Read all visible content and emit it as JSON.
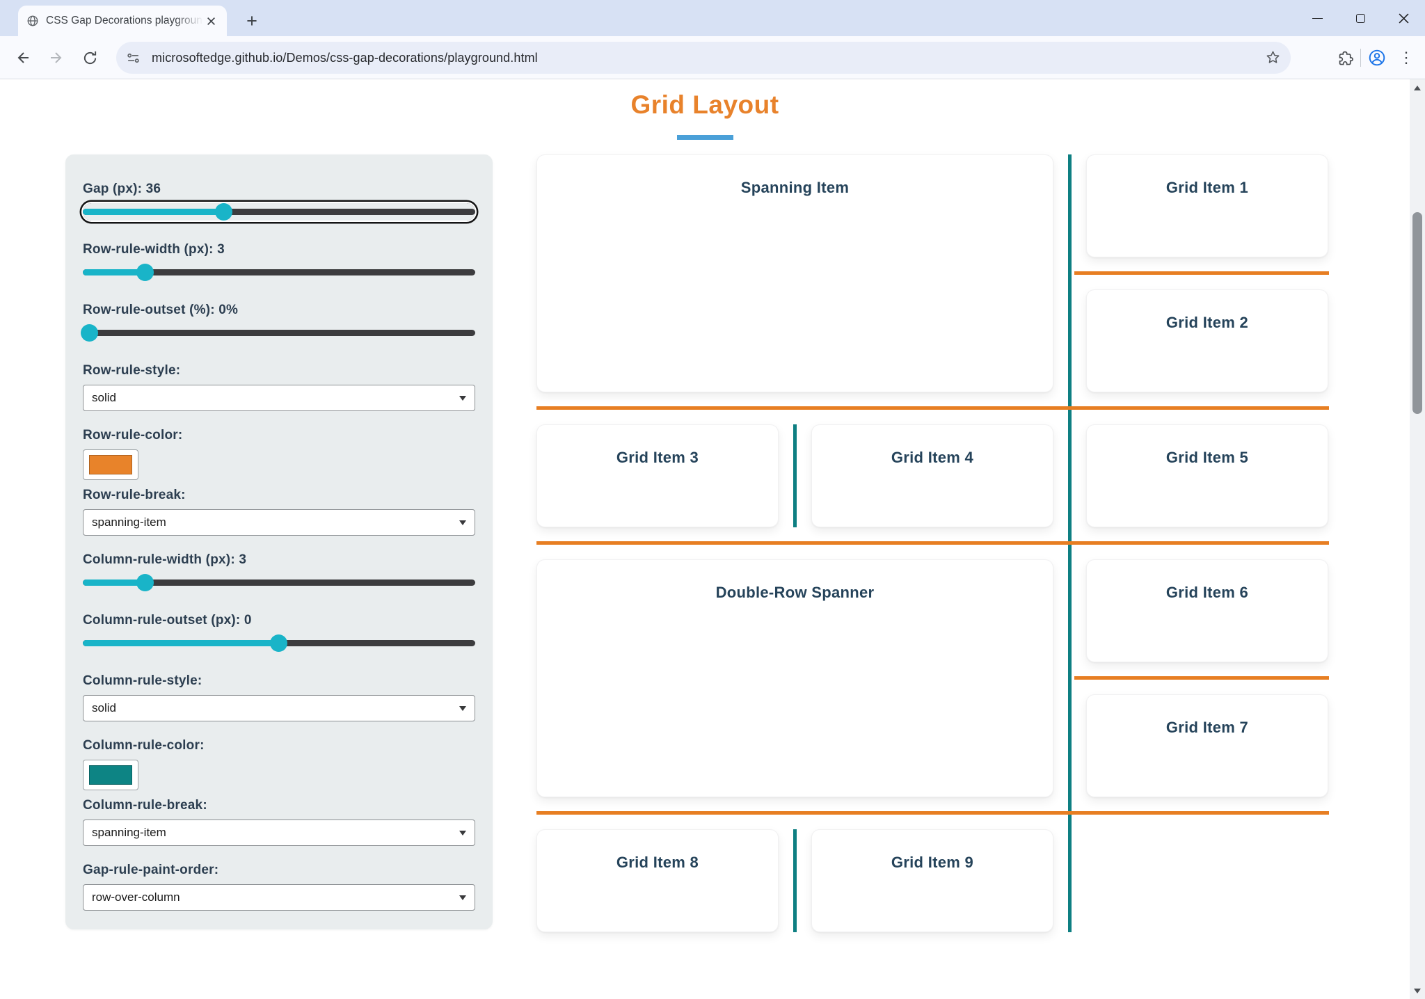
{
  "browser": {
    "tab_title": "CSS Gap Decorations playgroun",
    "url": "microsoftedge.github.io/Demos/css-gap-decorations/playground.html"
  },
  "page": {
    "title": "Grid Layout",
    "colors": {
      "title": "#e8822b",
      "title_underline": "#4aa0d8",
      "row_rule": "#e77e22",
      "column_rule": "#0e7f82",
      "slider_accent": "#19b4c8",
      "row_rule_swatch": "#e8832a",
      "column_rule_swatch": "#0d8484"
    },
    "controls": [
      {
        "label": "Gap (px): 36",
        "type": "slider",
        "fill": "36%"
      },
      {
        "label": "Row-rule-width (px): 3",
        "type": "slider",
        "fill": "16%"
      },
      {
        "label": "Row-rule-outset (%): 0%",
        "type": "slider",
        "fill": "1.8%"
      },
      {
        "label": "Row-rule-style:",
        "type": "select",
        "value": "solid"
      },
      {
        "label": "Row-rule-color:",
        "type": "color",
        "value": "#e8832a"
      },
      {
        "label": "Row-rule-break:",
        "type": "select",
        "value": "spanning-item"
      },
      {
        "label": "Column-rule-width (px): 3",
        "type": "slider",
        "fill": "16%"
      },
      {
        "label": "Column-rule-outset (px): 0",
        "type": "slider",
        "fill": "50%"
      },
      {
        "label": "Column-rule-style:",
        "type": "select",
        "value": "solid"
      },
      {
        "label": "Column-rule-color:",
        "type": "color",
        "value": "#0d8484"
      },
      {
        "label": "Column-rule-break:",
        "type": "select",
        "value": "spanning-item"
      },
      {
        "label": "Gap-rule-paint-order:",
        "type": "select",
        "value": "row-over-column"
      }
    ],
    "grid": {
      "items": [
        "Spanning Item",
        "Grid Item 1",
        "Grid Item 2",
        "Grid Item 3",
        "Grid Item 4",
        "Grid Item 5",
        "Double-Row Spanner",
        "Grid Item 6",
        "Grid Item 7",
        "Grid Item 8",
        "Grid Item 9"
      ]
    }
  }
}
